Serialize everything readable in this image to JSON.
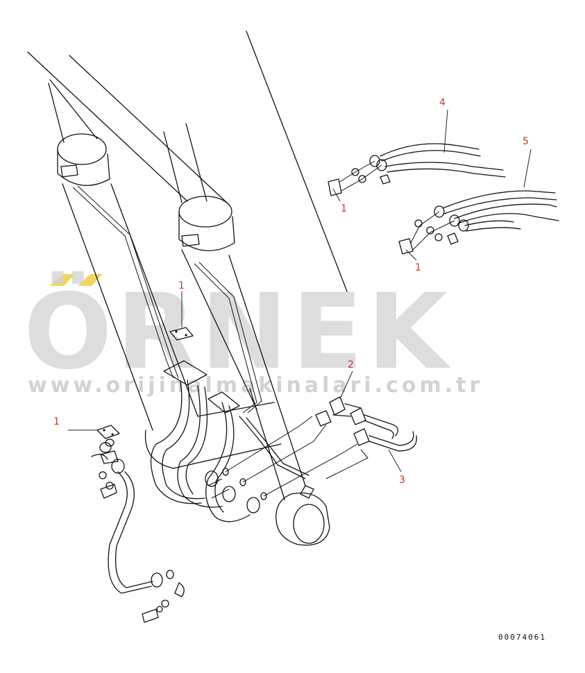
{
  "watermark": {
    "brand": "ÖRNEK",
    "url": "www.orijinalmakinalari.com.tr",
    "accent_color": "#f0c93a"
  },
  "callouts": {
    "c1a": "1",
    "c1b": "1",
    "c1c": "1",
    "c1d": "1",
    "c2": "2",
    "c3": "3",
    "c4": "4",
    "c5": "5"
  },
  "drawing_code": "00074061"
}
